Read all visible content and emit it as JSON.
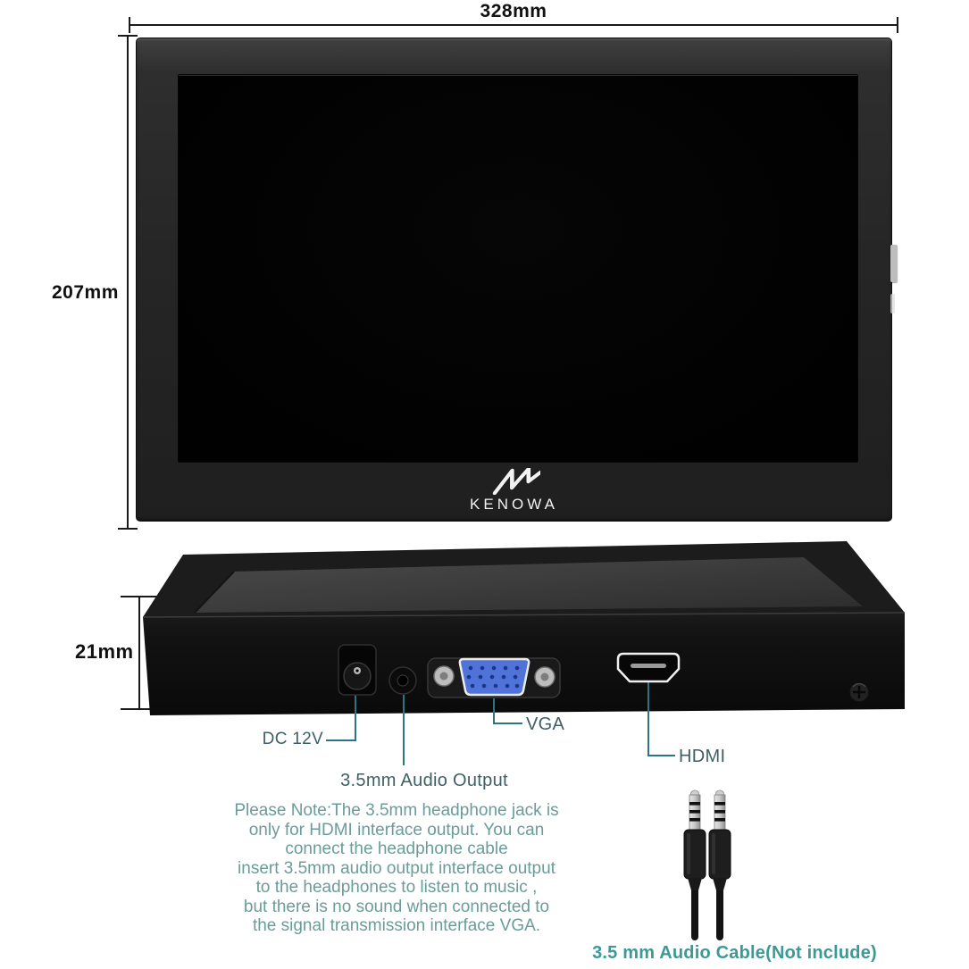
{
  "product": {
    "brand": "KENOWA"
  },
  "measurements": {
    "width": "328mm",
    "height": "207mm",
    "thickness": "21mm"
  },
  "ports": {
    "dc": "DC 12V",
    "audio": "3.5mm Audio Output",
    "vga": "VGA",
    "hdmi": "HDMI"
  },
  "note": {
    "text": "Please Note:The 3.5mm headphone jack is\nonly for HDMI interface output. You can\nconnect the headphone cable\ninsert 3.5mm audio output interface output\nto the headphones to listen to music ,\nbut there is no sound when connected to\nthe signal transmission interface VGA."
  },
  "cable": {
    "label": "3.5 mm Audio Cable(Not include)"
  },
  "colors": {
    "annotation_teal": "#2e7582",
    "label_teal": "#3f5f68",
    "note_teal": "#6a9c99",
    "cable_label_teal": "#3a9a96",
    "dimension_black": "#1a1a1a",
    "vga_blue": "#4f73d8"
  }
}
